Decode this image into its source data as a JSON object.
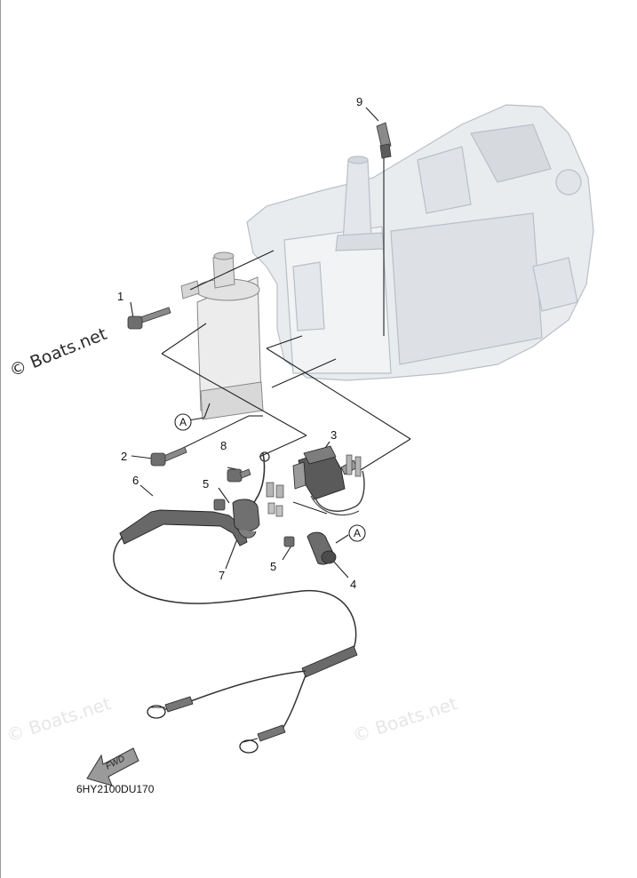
{
  "callouts": [
    "1",
    "2",
    "3",
    "4",
    "5",
    "5",
    "6",
    "7",
    "8",
    "9"
  ],
  "reference_letter": "A",
  "watermark": "© Boats.net",
  "direction_label": "FWD",
  "diagram_code": "6HY2100DU170",
  "colors": {
    "line": "#222222",
    "engine_fill": "#e9ecef",
    "engine_stroke": "#b9bfc6",
    "part_fill": "#7a7a7a",
    "watermark_faint": "#e6e6e6"
  }
}
